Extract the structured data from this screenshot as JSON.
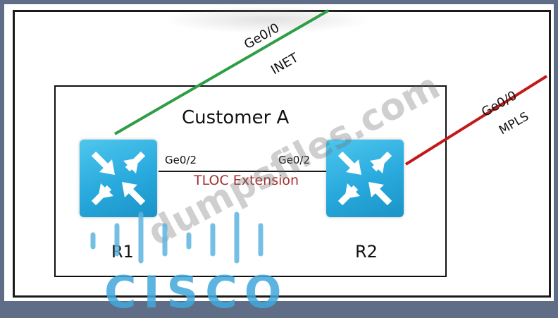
{
  "diagram": {
    "customer_label": "Customer A",
    "routers": [
      {
        "name": "R1"
      },
      {
        "name": "R2"
      }
    ],
    "links": {
      "inet": {
        "interface": "Ge0/0",
        "transport": "INET",
        "color": "#2e9e46"
      },
      "mpls": {
        "interface": "Ge0/0",
        "transport": "MPLS",
        "color": "#c21a1a"
      },
      "tloc": {
        "r1_interface": "Ge0/2",
        "r2_interface": "Ge0/2",
        "label": "TLOC Extension",
        "label_color": "#a43030"
      }
    }
  },
  "watermark": {
    "text": "dumpsfiles.com"
  },
  "logo": {
    "text": "CISCO",
    "color": "#41a8dc"
  }
}
